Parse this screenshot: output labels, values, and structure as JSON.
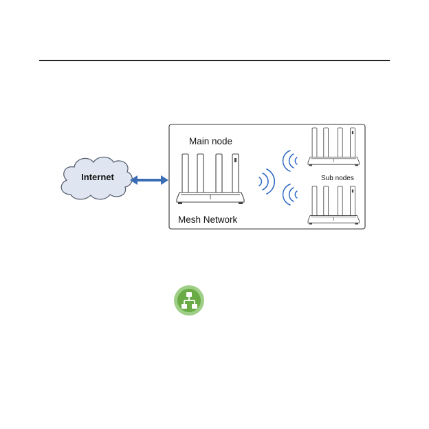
{
  "diagram": {
    "cloud_label": "Internet",
    "main_node_label": "Main node",
    "sub_nodes_label": "Sub nodes",
    "network_label": "Mesh Network"
  },
  "colors": {
    "cloud_fill": "#dfe5f1",
    "cloud_stroke": "#5a6272",
    "arrow": "#3b6db5",
    "signal": "#2b66c4",
    "box_stroke": "#333333",
    "icon_outer": "#9fcf86",
    "icon_inner": "#6aab45"
  },
  "icons": {
    "mesh_app_icon": "mesh-network-icon"
  }
}
